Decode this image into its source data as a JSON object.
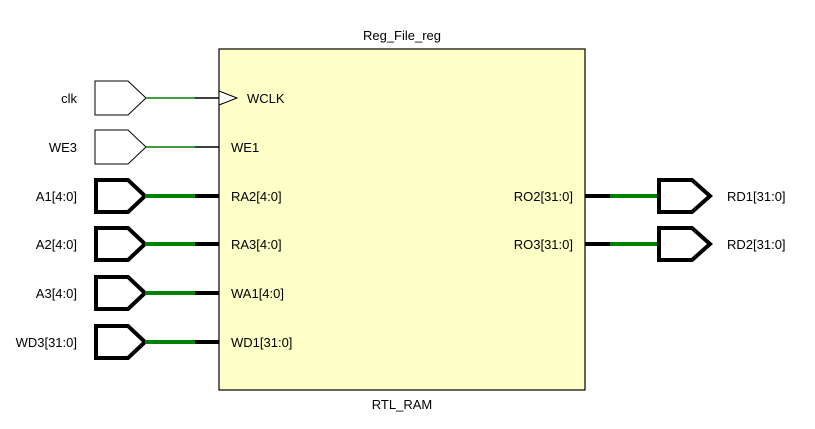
{
  "block": {
    "instance_name": "Reg_File_reg",
    "cell_type": "RTL_RAM",
    "fill_color": "#ffffc8",
    "ports_left": [
      "WCLK",
      "WE1",
      "RA2[4:0]",
      "RA3[4:0]",
      "WA1[4:0]",
      "WD1[31:0]"
    ],
    "ports_right": [
      "RO2[31:0]",
      "RO3[31:0]"
    ]
  },
  "inputs": [
    {
      "name": "clk",
      "bus": false,
      "clock": true
    },
    {
      "name": "WE3",
      "bus": false
    },
    {
      "name": "A1[4:0]",
      "bus": true
    },
    {
      "name": "A2[4:0]",
      "bus": true
    },
    {
      "name": "A3[4:0]",
      "bus": true
    },
    {
      "name": "WD3[31:0]",
      "bus": true
    }
  ],
  "outputs": [
    {
      "name": "RD1[31:0]",
      "bus": true
    },
    {
      "name": "RD2[31:0]",
      "bus": true
    }
  ],
  "colors": {
    "wire": "#008000",
    "pin": "#000000",
    "block_border": "#000000"
  }
}
